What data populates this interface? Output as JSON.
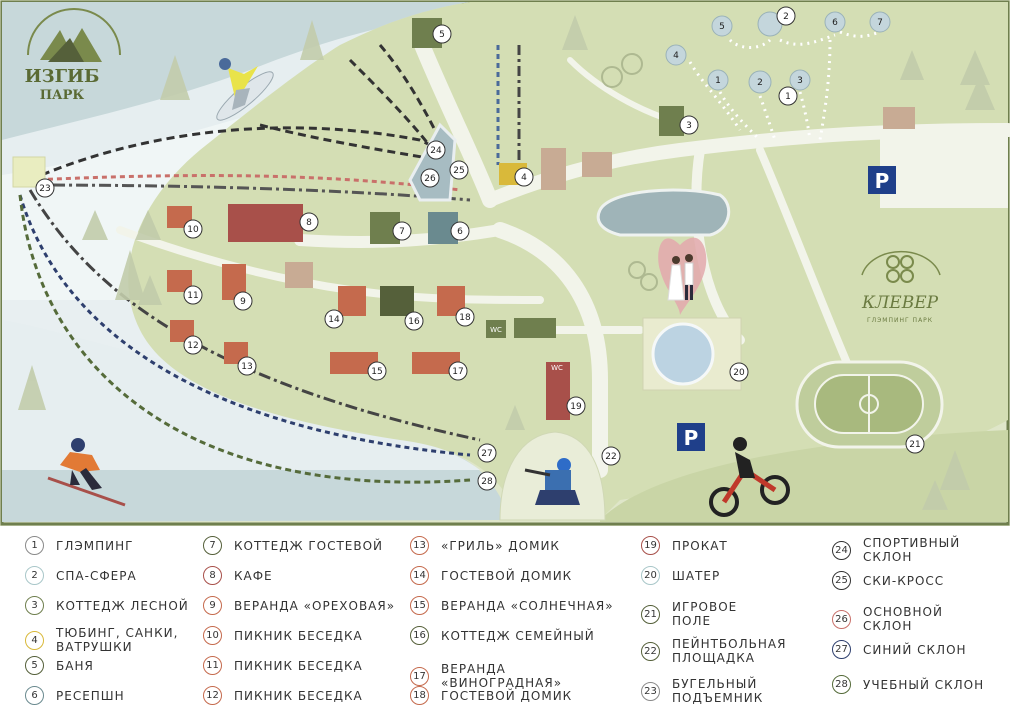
{
  "logo": {
    "name": "ИЗГИБ",
    "subtitle": "ПАРК"
  },
  "logo2": {
    "name": "КЛЕВЕР",
    "subtitle": "ГЛЭМПИНГ ПАРК"
  },
  "parking_symbol": "P",
  "wc_label": "WC",
  "map_markers": [
    "1",
    "2",
    "3",
    "4",
    "5",
    "6",
    "7",
    "8",
    "9",
    "10",
    "11",
    "12",
    "13",
    "14",
    "15",
    "16",
    "17",
    "18",
    "19",
    "20",
    "21",
    "22",
    "23",
    "24",
    "25",
    "26",
    "27",
    "28"
  ],
  "legend": [
    {
      "num": "1",
      "label": "ГЛЭМПИНГ",
      "color": "#8a8a8a"
    },
    {
      "num": "2",
      "label": "СПА-СФЕРА",
      "color": "#a9c7c9"
    },
    {
      "num": "3",
      "label": "КОТТЕДЖ ЛЕСНОЙ",
      "color": "#6f7f4e"
    },
    {
      "num": "4",
      "label": "ТЮБИНГ, САНКИ,\nВАТРУШКИ",
      "color": "#d9b93a"
    },
    {
      "num": "5",
      "label": "БАНЯ",
      "color": "#55603a"
    },
    {
      "num": "6",
      "label": "РЕСЕПШН",
      "color": "#6a8a8f"
    },
    {
      "num": "7",
      "label": "КОТТЕДЖ ГОСТЕВОЙ",
      "color": "#55603a"
    },
    {
      "num": "8",
      "label": "КАФЕ",
      "color": "#a8504a"
    },
    {
      "num": "9",
      "label": "ВЕРАНДА «ОРЕХОВАЯ»",
      "color": "#c56a4d"
    },
    {
      "num": "10",
      "label": "ПИКНИК БЕСЕДКА",
      "color": "#c56a4d"
    },
    {
      "num": "11",
      "label": "ПИКНИК БЕСЕДКА",
      "color": "#c56a4d"
    },
    {
      "num": "12",
      "label": "ПИКНИК БЕСЕДКА",
      "color": "#c56a4d"
    },
    {
      "num": "13",
      "label": "«ГРИЛЬ» ДОМИК",
      "color": "#c56a4d"
    },
    {
      "num": "14",
      "label": "ГОСТЕВОЙ ДОМИК",
      "color": "#c56a4d"
    },
    {
      "num": "15",
      "label": "ВЕРАНДА «СОЛНЕЧНАЯ»",
      "color": "#c56a4d"
    },
    {
      "num": "16",
      "label": "КОТТЕДЖ СЕМЕЙНЫЙ",
      "color": "#55603a"
    },
    {
      "num": "17",
      "label": "ВЕРАНДА\n«ВИНОГРАДНАЯ»",
      "color": "#c56a4d"
    },
    {
      "num": "18",
      "label": "ГОСТЕВОЙ ДОМИК",
      "color": "#c56a4d"
    },
    {
      "num": "19",
      "label": "ПРОКАТ",
      "color": "#a8504a"
    },
    {
      "num": "20",
      "label": "ШАТЕР",
      "color": "#a9c7c9"
    },
    {
      "num": "21",
      "label": "ИГРОВОЕ\nПОЛЕ",
      "color": "#55603a"
    },
    {
      "num": "22",
      "label": "ПЕЙНТБОЛЬНАЯ\nПЛОЩАДКА",
      "color": "#55603a"
    },
    {
      "num": "23",
      "label": "БУГЕЛЬНЫЙ\nПОДЪЕМНИК",
      "color": "#8a8a8a"
    },
    {
      "num": "24",
      "label": "СПОРТИВНЫЙ\nСКЛОН",
      "color": "#333333"
    },
    {
      "num": "25",
      "label": "СКИ-КРОСС",
      "color": "#333333"
    },
    {
      "num": "26",
      "label": "ОСНОВНОЙ\nСКЛОН",
      "color": "#c9706a"
    },
    {
      "num": "27",
      "label": "СИНИЙ СКЛОН",
      "color": "#2e3f6e"
    },
    {
      "num": "28",
      "label": "УЧЕБНЫЙ СКЛОН",
      "color": "#556b3a"
    }
  ]
}
